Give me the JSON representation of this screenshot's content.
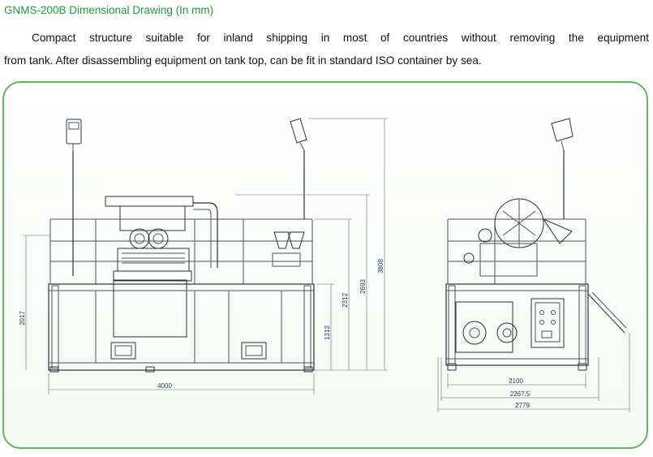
{
  "header": {
    "title": "GNMS-200B Dimensional Drawing (In mm)",
    "line1": "Compact structure suitable for inland shipping in most of countries without removing the equipment",
    "line2": "from tank. After disassembling equipment on tank top, can be fit in standard ISO container by sea."
  },
  "dimensions": {
    "length": "4000",
    "height_tank": "2017",
    "height_1312": "1312",
    "height_2312": "2312",
    "height_2693": "2693",
    "height_3808": "3808",
    "width_2100": "2100",
    "width_2267": "2267.5",
    "width_2779": "2779"
  },
  "colors": {
    "title": "#1e9a3a",
    "border": "#5fb85a",
    "dimension_text": "#1f3b5a"
  }
}
